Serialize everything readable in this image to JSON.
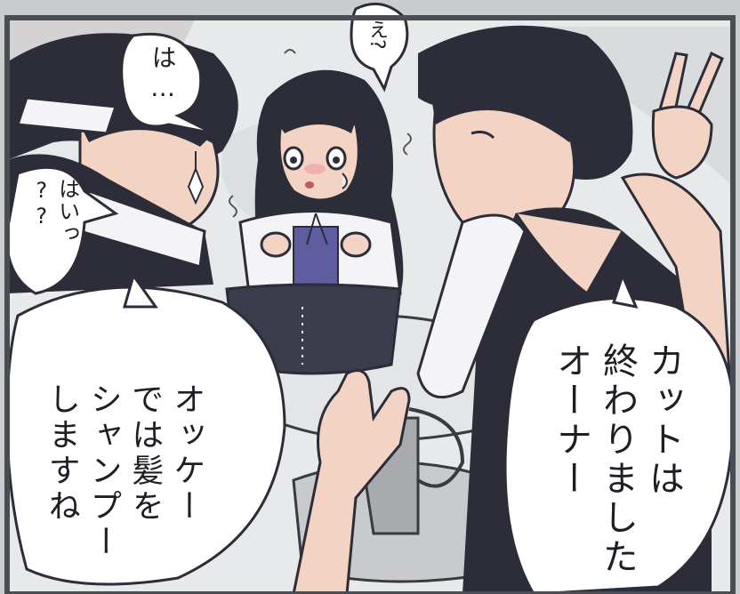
{
  "bubbles": {
    "top_center": "え?",
    "top_left": "は…",
    "left_middle": "はいっ\n??",
    "bottom_left": "オッケー\nでは髪を\nシャンプー\nしますね",
    "bottom_right": "カットは\n終わりました\nオーナー"
  },
  "colors": {
    "border": "#4a4e54",
    "background": "#c9cdd0",
    "hair": "#2c2d38",
    "skin": "#f3d3c4",
    "blouse": "#f4f4f8",
    "skirt": "#3c3d4c",
    "camisole": "#5f5ca0"
  }
}
